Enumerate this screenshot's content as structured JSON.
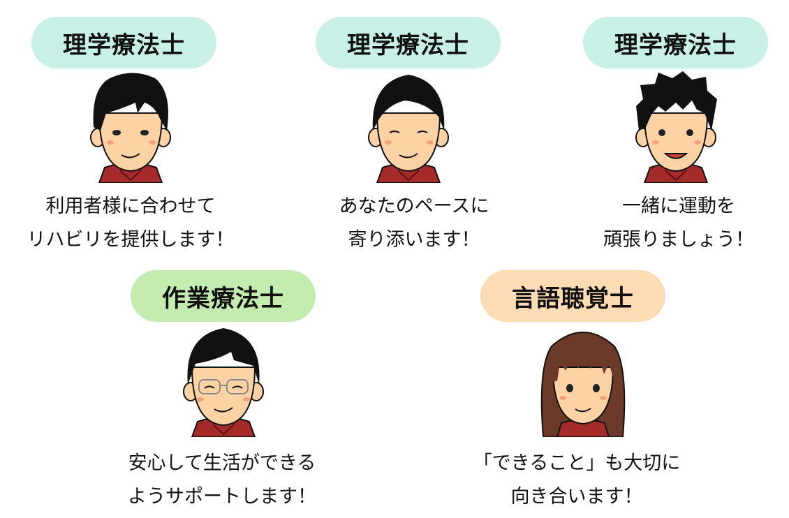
{
  "colors": {
    "pt_badge": "#c9f0e6",
    "ot_badge": "#c4ecb0",
    "st_badge": "#fddcb5",
    "skin": "#fdd3a5",
    "shirt": "#a52a2a",
    "cheek": "#f4a07a",
    "hair_man": "#111111",
    "hair_woman": "#6b3a28"
  },
  "staff": [
    {
      "role": "理学療法士",
      "lines": [
        "利用者様に合わせて",
        "リハビリを提供します！"
      ],
      "avatar": "man-short-hair-icon"
    },
    {
      "role": "理学療法士",
      "lines": [
        "あなたのペースに",
        "寄り添います！"
      ],
      "avatar": "man-smiling-closed-eyes-icon"
    },
    {
      "role": "理学療法士",
      "lines": [
        "一緒に運動を",
        "頑張りましょう！"
      ],
      "avatar": "man-spiky-hair-icon"
    },
    {
      "role": "作業療法士",
      "lines": [
        "安心して生活ができる",
        "ようサポートします！"
      ],
      "avatar": "man-glasses-icon"
    },
    {
      "role": "言語聴覚士",
      "lines": [
        "「できること」も大切に",
        "向き合います！"
      ],
      "avatar": "woman-long-hair-icon"
    }
  ]
}
